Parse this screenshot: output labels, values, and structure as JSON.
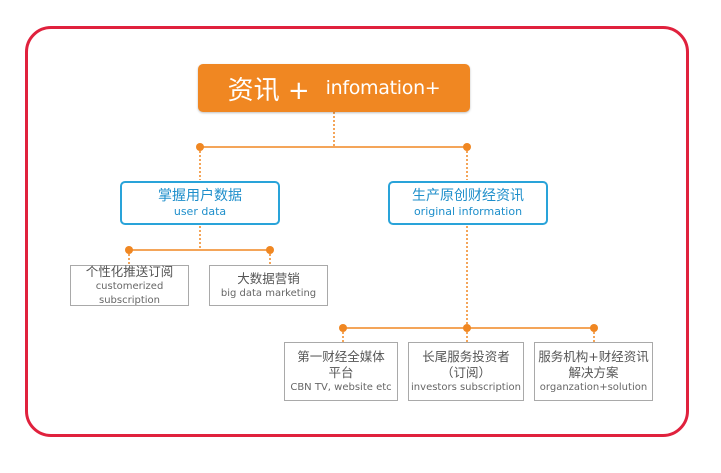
{
  "root": {
    "title_cn": "资讯 +",
    "title_en": "infomation+"
  },
  "branches": [
    {
      "title_cn": "掌握用户数据",
      "title_en": "user data",
      "children": [
        {
          "title_cn": "个性化推送订阅",
          "title_en": "customerized subscription"
        },
        {
          "title_cn": "大数据营销",
          "title_en": "big data marketing"
        }
      ]
    },
    {
      "title_cn": "生产原创财经资讯",
      "title_en": "original information",
      "children": [
        {
          "title_cn_1": "第一财经全媒体",
          "title_cn_2": "平台",
          "title_en": "CBN TV, website etc"
        },
        {
          "title_cn_1": "长尾服务投资者",
          "title_cn_2": "（订阅）",
          "title_en": "investors subscription"
        },
        {
          "title_cn_1": "服务机构+财经资讯",
          "title_cn_2": "解决方案",
          "title_en": "organzation+solution"
        }
      ]
    }
  ],
  "colors": {
    "frame": "#e0213d",
    "root_fill": "#f08722",
    "mid_border": "#29a3d9",
    "connector": "#f08722",
    "leaf_border": "#a9a9a9"
  }
}
